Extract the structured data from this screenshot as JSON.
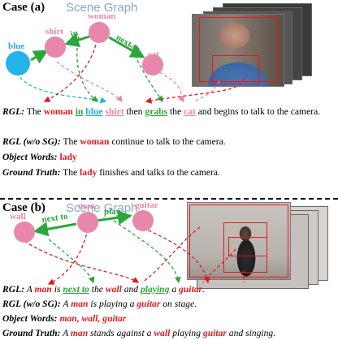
{
  "case_a": {
    "title": "Case (a)",
    "scene_graph_label": "Scene Graph",
    "nodes": {
      "woman": "woman",
      "shirt": "shirt",
      "blue": "blue",
      "cat": "cat"
    },
    "edges": {
      "in": "in",
      "next_to": "next to"
    },
    "rgl_label": "RGL:",
    "rgl_sentence": {
      "t1": "The ",
      "woman": "woman",
      "in": "in",
      "blue": "blue",
      "shirt": "shirt",
      "t2": " then ",
      "grabs": "grabs",
      "t3": " the ",
      "cat": "cat",
      "t4": " and begins to talk to the camera."
    },
    "rgl_wo_label": "RGL (w/o SG):",
    "rgl_wo_sentence": {
      "t1": " The ",
      "woman": "woman",
      "t2": " continue to talk to the camera."
    },
    "object_words_label": "Object Words:",
    "object_words": "lady",
    "ground_truth_label": "Ground Truth:",
    "ground_truth": {
      "t1": " The ",
      "lady": "lady",
      "t2": " finishes and talks to the camera."
    }
  },
  "case_b": {
    "title": "Case (b)",
    "scene_graph_label": "Scene Graph",
    "nodes": {
      "man": "man",
      "wall": "wall",
      "guitar": "guitar"
    },
    "edges": {
      "next_to": "next to",
      "play": "play"
    },
    "rgl_label": "RGL:",
    "rgl_sentence": {
      "t1": " A ",
      "man": "man",
      "t2": " is ",
      "next_to": "next to",
      "t3": " the ",
      "wall": "wall",
      "t4": " and ",
      "playing": "playing",
      "t5": " a ",
      "guitar": "guitar",
      "t6": "."
    },
    "rgl_wo_label": "RGL (w/o SG):",
    "rgl_wo_sentence": {
      "t1": " A ",
      "man": "man",
      "t2": " is playing a ",
      "guitar": "guitar",
      "t3": " on stage."
    },
    "object_words_label": "Object Words:",
    "object_words": "man, wall, guitar",
    "ground_truth_label": "Ground Truth:",
    "ground_truth": {
      "t1": " A ",
      "man": "man",
      "t2": " stands against a ",
      "wall": "wall",
      "t3": " playing ",
      "guitar": "guitar",
      "t4": " and singing."
    }
  },
  "colors": {
    "node_pink": "#e887ab",
    "node_blue": "#22b3ea",
    "edge_green": "#2aa63a",
    "highlight_red": "#e0191f",
    "scene_graph_title": "#8aa7cc"
  }
}
